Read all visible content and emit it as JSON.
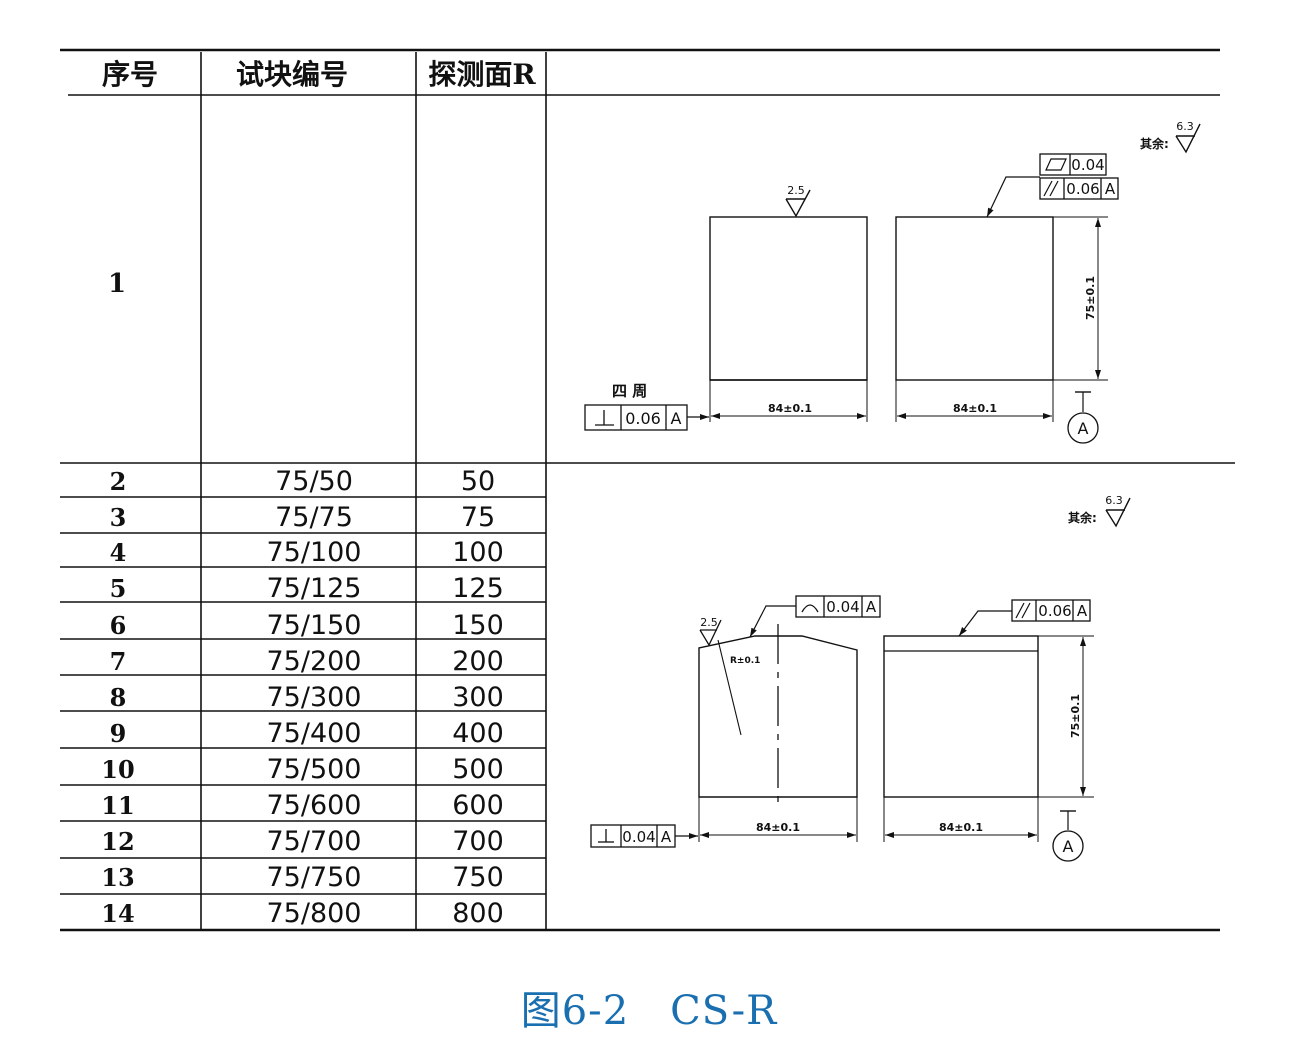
{
  "table": {
    "headers": [
      "序号",
      "试块编号",
      "探测面R"
    ],
    "first_row_no": "1",
    "rows": [
      {
        "no": "2",
        "code": "75/50",
        "r": "50"
      },
      {
        "no": "3",
        "code": "75/75",
        "r": "75"
      },
      {
        "no": "4",
        "code": "75/100",
        "r": "100"
      },
      {
        "no": "5",
        "code": "75/125",
        "r": "125"
      },
      {
        "no": "6",
        "code": "75/150",
        "r": "150"
      },
      {
        "no": "7",
        "code": "75/200",
        "r": "200"
      },
      {
        "no": "8",
        "code": "75/300",
        "r": "300"
      },
      {
        "no": "9",
        "code": "75/400",
        "r": "400"
      },
      {
        "no": "10",
        "code": "75/500",
        "r": "500"
      },
      {
        "no": "11",
        "code": "75/600",
        "r": "600"
      },
      {
        "no": "12",
        "code": "75/700",
        "r": "700"
      },
      {
        "no": "13",
        "code": "75/750",
        "r": "750"
      },
      {
        "no": "14",
        "code": "75/800",
        "r": "800"
      }
    ]
  },
  "drawing1": {
    "other_label": "其余:",
    "other_roughness": "6.3",
    "top_roughness": "2.5",
    "flatness_value": "0.04",
    "parallel_value": "0.06",
    "datum": "A",
    "height_dim": "75±0.1",
    "width_dim_left": "84±0.1",
    "width_dim_right": "84±0.1",
    "around_label": "四 周",
    "perp_value": "0.06"
  },
  "drawing2": {
    "other_label": "其余:",
    "other_roughness": "6.3",
    "top_roughness": "2.5",
    "radius_label": "R±0.1",
    "profile_value": "0.04",
    "parallel_value": "0.06",
    "datum": "A",
    "height_dim": "75±0.1",
    "width_dim_left": "84±0.1",
    "width_dim_right": "84±0.1",
    "perp_value": "0.04"
  },
  "caption": "图6-2　CS-R"
}
